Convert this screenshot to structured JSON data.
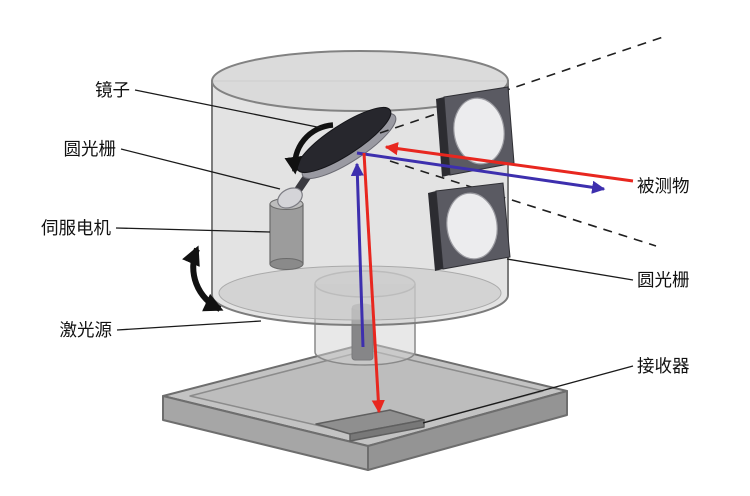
{
  "diagram": {
    "labels": {
      "mirror": "镜子",
      "grating_left": "圆光栅",
      "servo_motor": "伺服电机",
      "laser_source": "激光源",
      "measured_object": "被测物",
      "grating_right": "圆光栅",
      "receiver": "接收器"
    },
    "colors": {
      "beam_outgoing": "#3d2fae",
      "beam_return": "#e8271f",
      "line": "#1a1a1a"
    }
  }
}
